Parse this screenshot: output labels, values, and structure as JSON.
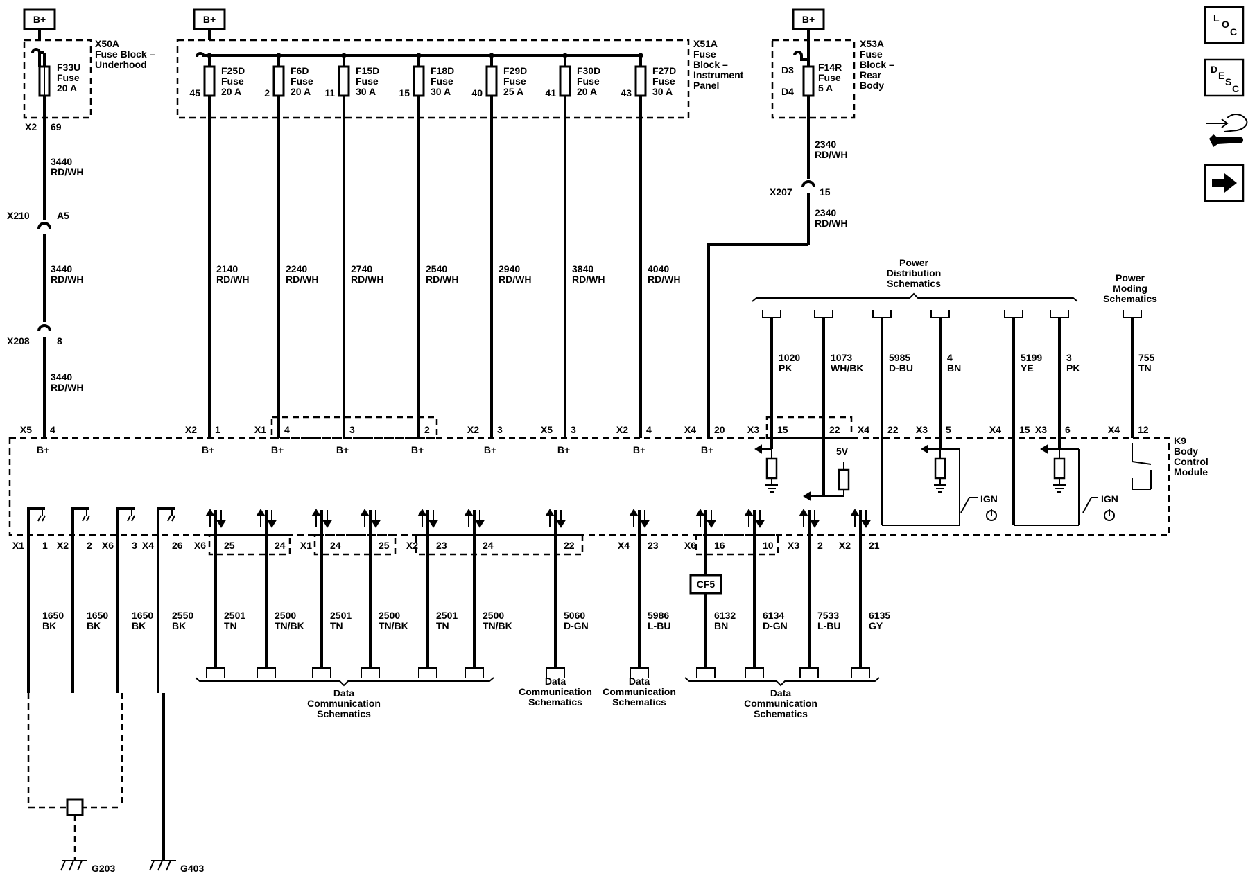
{
  "bplus": "B+",
  "fuse_blocks": {
    "x50a": {
      "id": "X50A",
      "name": "Fuse Block –",
      "name2": "Underhood",
      "fuse": "F33U",
      "fuse_word": "Fuse",
      "rating": "20 A"
    },
    "x51a": {
      "id": "X51A",
      "l1": "Fuse",
      "l2": "Block –",
      "l3": "Instrument",
      "l4": "Panel",
      "fuses": [
        {
          "name": "F25D",
          "word": "Fuse",
          "rating": "20 A",
          "pin": "45"
        },
        {
          "name": "F6D",
          "word": "Fuse",
          "rating": "20 A",
          "pin": "2"
        },
        {
          "name": "F15D",
          "word": "Fuse",
          "rating": "30 A",
          "pin": "11"
        },
        {
          "name": "F18D",
          "word": "Fuse",
          "rating": "30 A",
          "pin": "15"
        },
        {
          "name": "F29D",
          "word": "Fuse",
          "rating": "25 A",
          "pin": "40"
        },
        {
          "name": "F30D",
          "word": "Fuse",
          "rating": "20 A",
          "pin": "41"
        },
        {
          "name": "F27D",
          "word": "Fuse",
          "rating": "30 A",
          "pin": "43"
        }
      ]
    },
    "x53a": {
      "id": "X53A",
      "l1": "Fuse",
      "l2": "Block –",
      "l3": "Rear",
      "l4": "Body",
      "fuse": "F14R",
      "fuse_word": "Fuse",
      "rating": "5 A",
      "pin_top": "D3",
      "pin_bot": "D4"
    }
  },
  "left_circuit": {
    "conn_top": "X2",
    "pin_top": "69",
    "seg1_num": "3440",
    "seg1_color": "RD/WH",
    "inline1": "X210",
    "inline1_pin": "A5",
    "seg2_num": "3440",
    "seg2_color": "RD/WH",
    "inline2": "X208",
    "inline2_pin": "8",
    "seg3_num": "3440",
    "seg3_color": "RD/WH"
  },
  "rear_circuit": {
    "seg1_num": "2340",
    "seg1_color": "RD/WH",
    "inline": "X207",
    "inline_pin": "15",
    "seg2_num": "2340",
    "seg2_color": "RD/WH"
  },
  "ip_wires": [
    {
      "num": "2140",
      "color": "RD/WH"
    },
    {
      "num": "2240",
      "color": "RD/WH"
    },
    {
      "num": "2740",
      "color": "RD/WH"
    },
    {
      "num": "2540",
      "color": "RD/WH"
    },
    {
      "num": "2940",
      "color": "RD/WH"
    },
    {
      "num": "3840",
      "color": "RD/WH"
    },
    {
      "num": "4040",
      "color": "RD/WH"
    }
  ],
  "top_pins": [
    {
      "conn": "X5",
      "pin": "4"
    },
    {
      "conn": "X2",
      "pin": "1"
    },
    {
      "conn": "X1",
      "pin": "4"
    },
    {
      "conn": "",
      "pin": "3"
    },
    {
      "conn": "",
      "pin": "2"
    },
    {
      "conn": "X2",
      "pin": "3"
    },
    {
      "conn": "X5",
      "pin": "3"
    },
    {
      "conn": "X2",
      "pin": "4"
    },
    {
      "conn": "X4",
      "pin": "20"
    },
    {
      "conn": "X3",
      "pin": "15"
    },
    {
      "conn": "",
      "pin": "22"
    },
    {
      "conn": "X4",
      "pin": "22"
    },
    {
      "conn": "X3",
      "pin": "5"
    },
    {
      "conn": "X4",
      "pin": "15"
    },
    {
      "conn": "X3",
      "pin": "6"
    },
    {
      "conn": "X4",
      "pin": "12"
    }
  ],
  "power_dist": {
    "label1": "Power",
    "label2": "Distribution",
    "label3": "Schematics",
    "wires": [
      {
        "num": "1020",
        "color": "PK"
      },
      {
        "num": "1073",
        "color": "WH/BK"
      },
      {
        "num": "5985",
        "color": "D-BU"
      },
      {
        "num": "4",
        "color": "BN"
      },
      {
        "num": "5199",
        "color": "YE"
      },
      {
        "num": "3",
        "color": "PK"
      }
    ]
  },
  "power_moding": {
    "label1": "Power",
    "label2": "Moding",
    "label3": "Schematics",
    "wire_num": "755",
    "wire_color": "TN"
  },
  "module": {
    "l1": "K9",
    "l2": "Body",
    "l3": "Control",
    "l4": "Module",
    "five_v": "5V",
    "ign": "IGN"
  },
  "bottom_pins": [
    {
      "conn": "X1",
      "pin": "1"
    },
    {
      "conn": "X2",
      "pin": "2"
    },
    {
      "conn": "X6",
      "pin": "3"
    },
    {
      "conn": "X4",
      "pin": "26"
    },
    {
      "conn": "X6",
      "pin": "25"
    },
    {
      "conn": "",
      "pin": "24"
    },
    {
      "conn": "X1",
      "pin": "24"
    },
    {
      "conn": "",
      "pin": "25"
    },
    {
      "conn": "X2",
      "pin": "23"
    },
    {
      "conn": "",
      "pin": "24"
    },
    {
      "conn": "",
      "pin": "22"
    },
    {
      "conn": "X4",
      "pin": "23"
    },
    {
      "conn": "X6",
      "pin": "16"
    },
    {
      "conn": "",
      "pin": "10"
    },
    {
      "conn": "X3",
      "pin": "2"
    },
    {
      "conn": "X2",
      "pin": "21"
    }
  ],
  "bottom_wires": [
    {
      "num": "1650",
      "color": "BK"
    },
    {
      "num": "1650",
      "color": "BK"
    },
    {
      "num": "1650",
      "color": "BK"
    },
    {
      "num": "2550",
      "color": "BK"
    },
    {
      "num": "2501",
      "color": "TN"
    },
    {
      "num": "2500",
      "color": "TN/BK"
    },
    {
      "num": "2501",
      "color": "TN"
    },
    {
      "num": "2500",
      "color": "TN/BK"
    },
    {
      "num": "2501",
      "color": "TN"
    },
    {
      "num": "2500",
      "color": "TN/BK"
    },
    {
      "num": "5060",
      "color": "D-GN"
    },
    {
      "num": "5986",
      "color": "L-BU"
    },
    {
      "num": "6132",
      "color": "BN"
    },
    {
      "num": "6134",
      "color": "D-GN"
    },
    {
      "num": "7533",
      "color": "L-BU"
    },
    {
      "num": "6135",
      "color": "GY"
    }
  ],
  "cf5": "CF5",
  "data_comm": {
    "group1": {
      "l1": "Data",
      "l2": "Communication",
      "l3": "Schematics"
    },
    "single1": {
      "l1": "Data",
      "l2": "Communication",
      "l3": "Schematics"
    },
    "single2": {
      "l1": "Data",
      "l2": "Communication",
      "l3": "Schematics"
    },
    "group2": {
      "l1": "Data",
      "l2": "Communication",
      "l3": "Schematics"
    }
  },
  "grounds": {
    "g1": "G203",
    "g2": "G403"
  },
  "side_buttons": {
    "loc": {
      "a": "L",
      "b": "O",
      "c": "C"
    },
    "desc": {
      "a": "D",
      "b": "E",
      "c": "S",
      "d": "C"
    },
    "icon_repair": "repair-icon",
    "icon_next": "arrow-right-icon"
  }
}
